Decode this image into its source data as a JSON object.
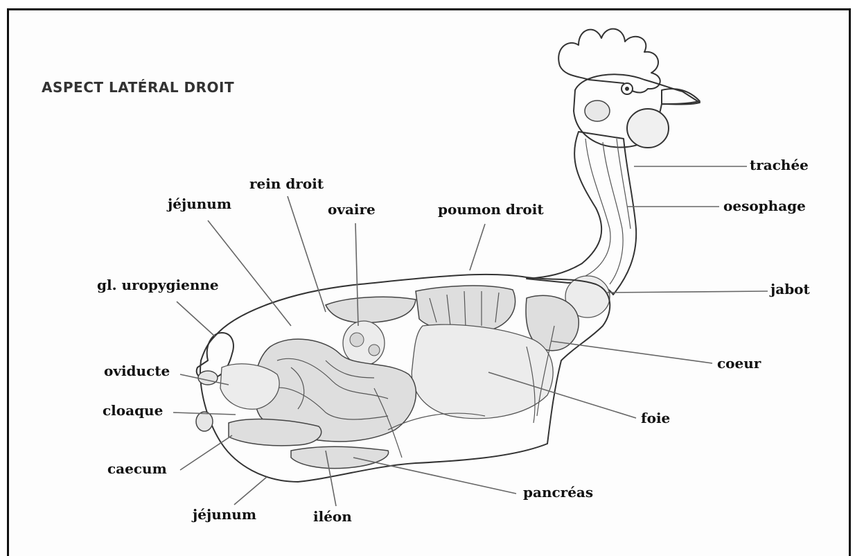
{
  "title": "ASPECT LATÉRAL DROIT",
  "labels": {
    "trachee": "trachée",
    "oesophage": "oesophage",
    "jabot": "jabot",
    "coeur": "coeur",
    "foie": "foie",
    "pancreas": "pancréas",
    "ileon": "iléon",
    "jejunum_bottom": "jéjunum",
    "caecum": "caecum",
    "cloaque": "cloaque",
    "oviducte": "oviducte",
    "gl_uropygienne": "gl. uropygienne",
    "jejunum_top": "jéjunum",
    "rein_droit": "rein droit",
    "ovaire": "ovaire",
    "poumon_droit": "poumon droit"
  }
}
